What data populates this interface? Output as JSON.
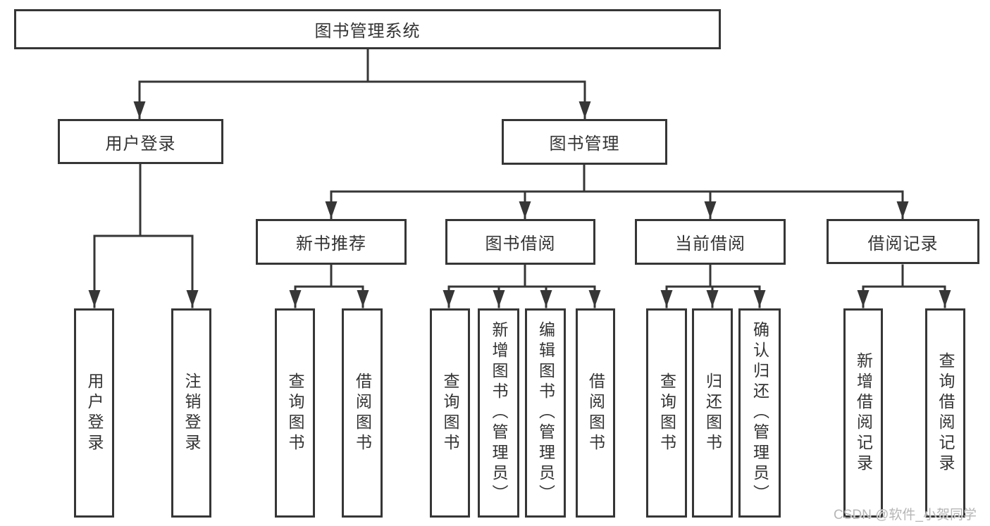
{
  "tree": {
    "root": {
      "label": "图书管理系统"
    },
    "branches": [
      {
        "label": "用户登录",
        "children": [
          {
            "label": "用户登录"
          },
          {
            "label": "注销登录"
          }
        ]
      },
      {
        "label": "图书管理",
        "children": [
          {
            "label": "新书推荐",
            "children": [
              {
                "label": "查询图书"
              },
              {
                "label": "借阅图书"
              }
            ]
          },
          {
            "label": "图书借阅",
            "children": [
              {
                "label": "查询图书"
              },
              {
                "label": "新增图书（管理员）"
              },
              {
                "label": "编辑图书（管理员）"
              },
              {
                "label": "借阅图书"
              }
            ]
          },
          {
            "label": "当前借阅",
            "children": [
              {
                "label": "查询图书"
              },
              {
                "label": "归还图书"
              },
              {
                "label": "确认归还（管理员）"
              }
            ]
          },
          {
            "label": "借阅记录",
            "children": [
              {
                "label": "新增借阅记录"
              },
              {
                "label": "查询借阅记录"
              }
            ]
          }
        ]
      }
    ]
  },
  "watermark": "CSDN @软件_小贺同学",
  "colors": {
    "line": "#363636",
    "text": "#333333",
    "box_background": "#ffffff",
    "watermark": "#b2b2b2"
  }
}
